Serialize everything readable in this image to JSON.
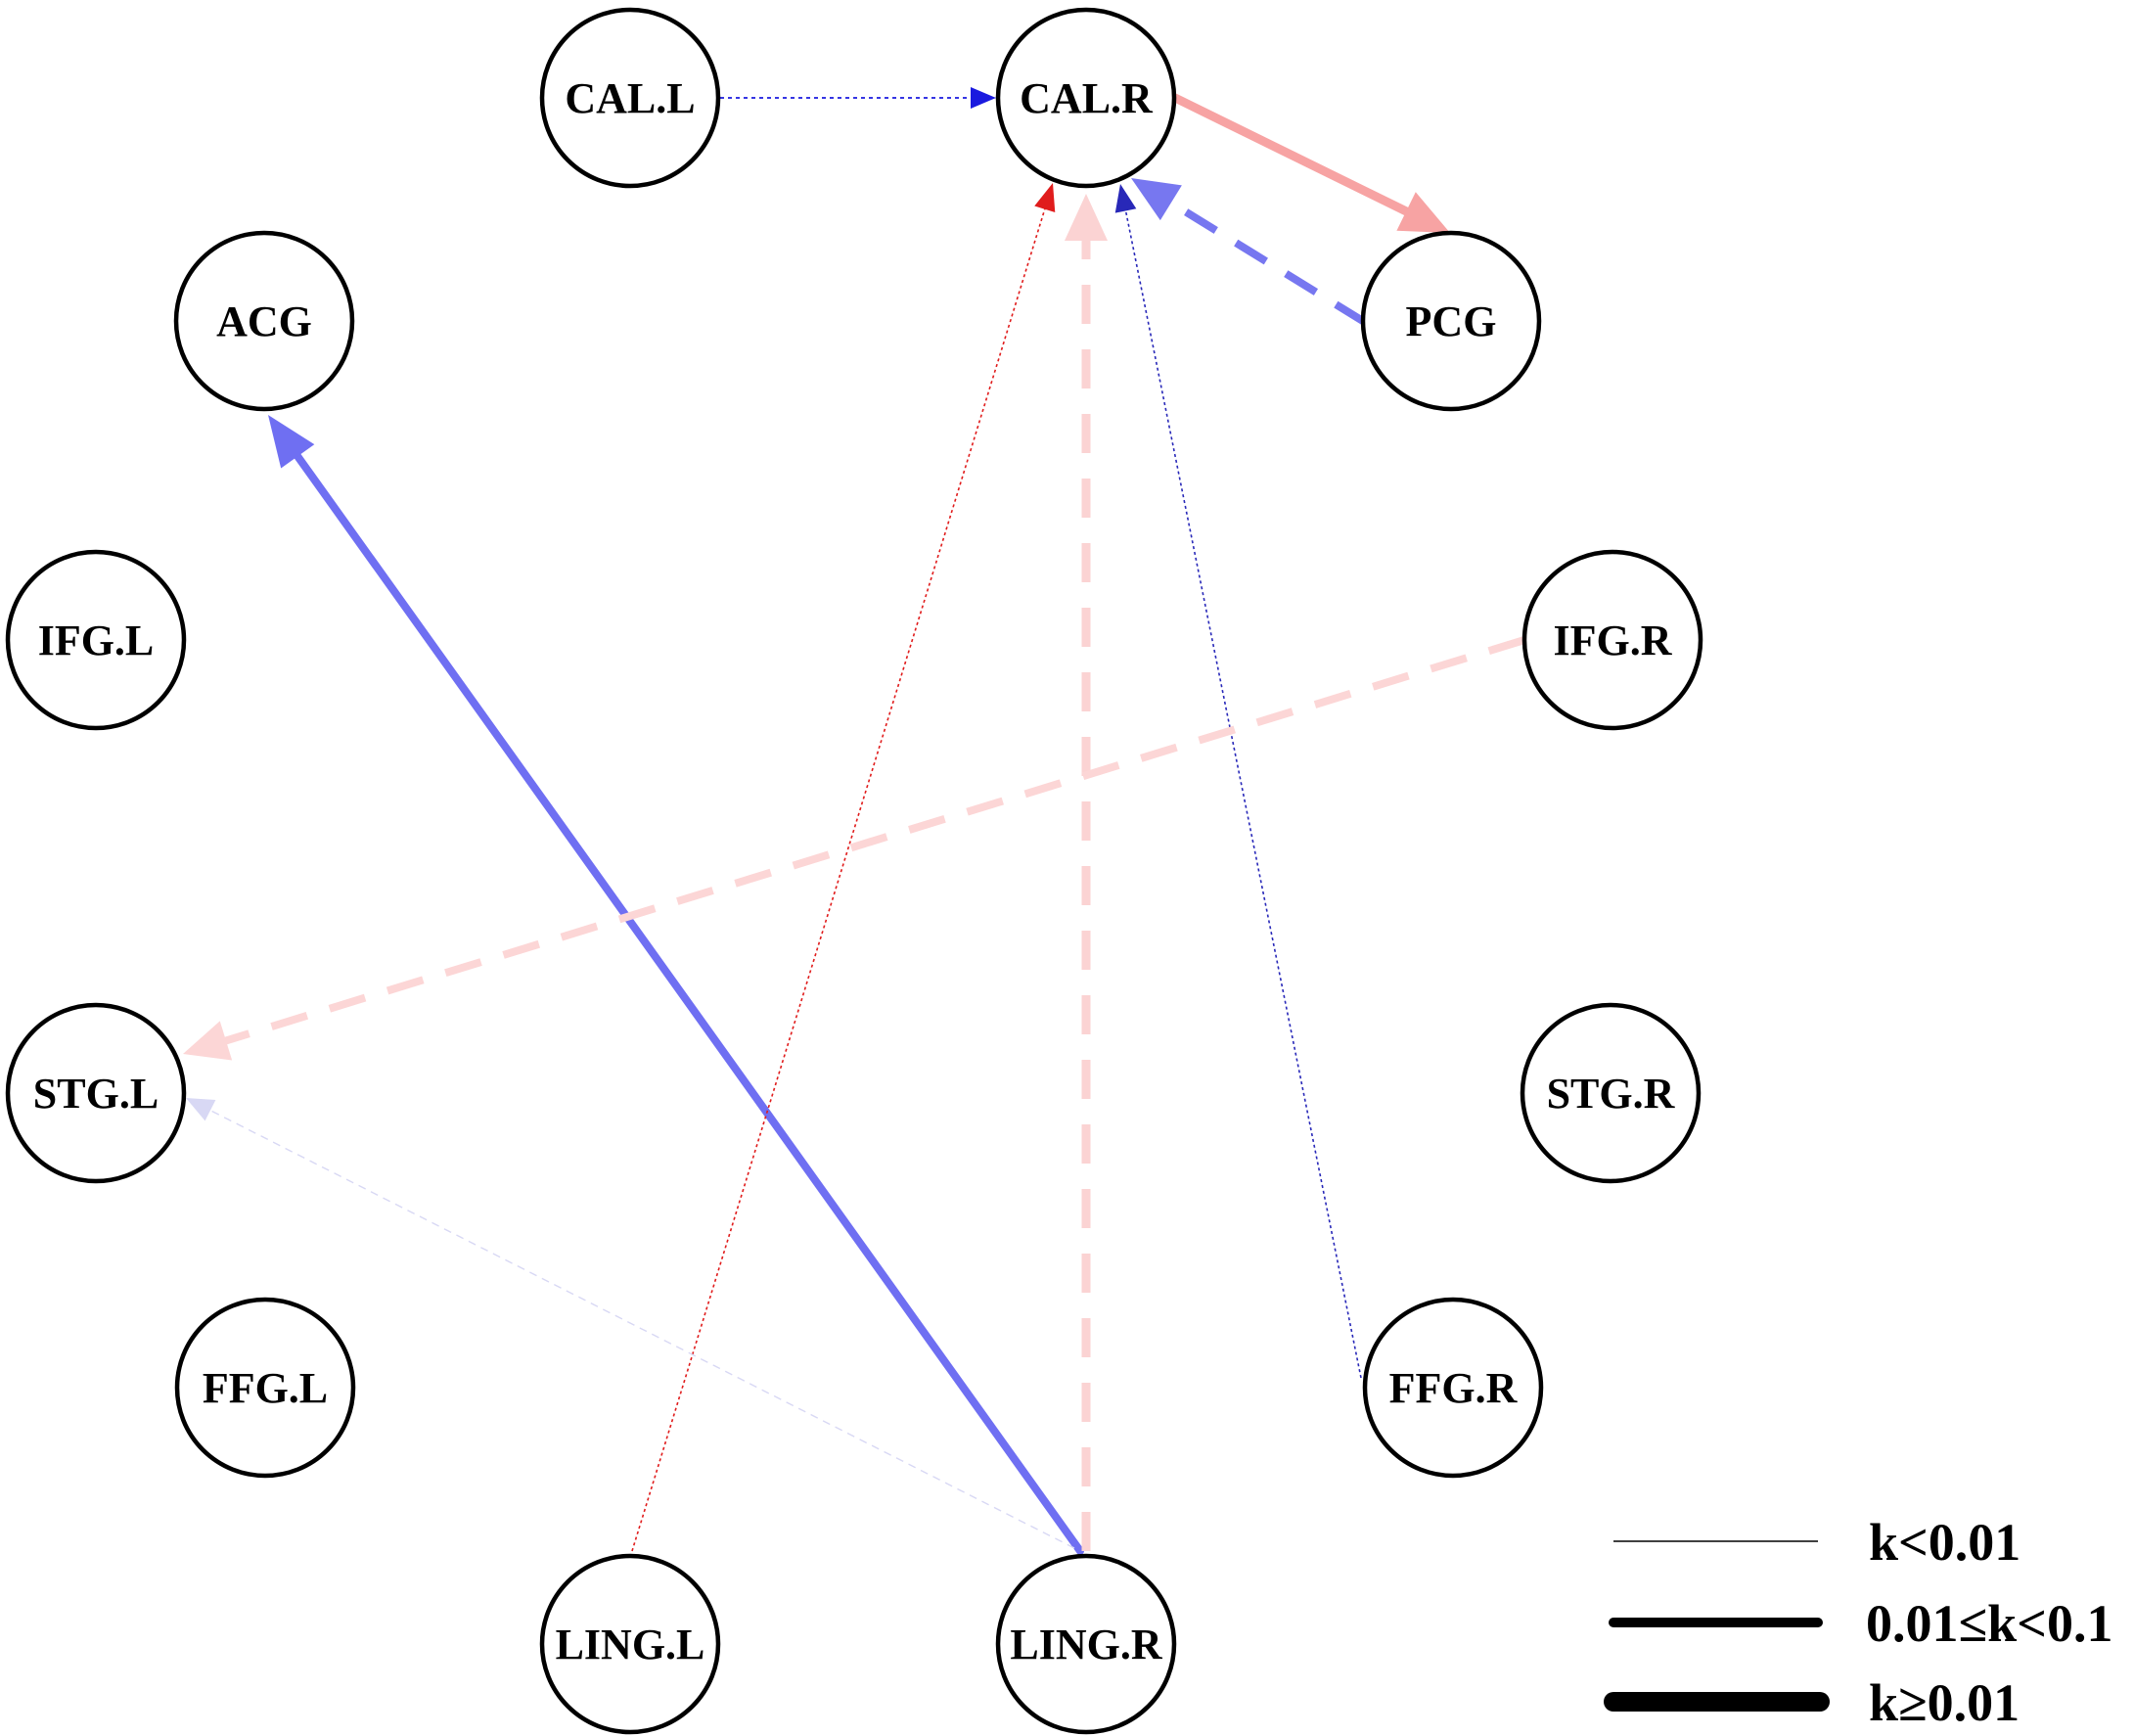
{
  "nodes": [
    {
      "id": "CAL.L",
      "label": "CAL.L"
    },
    {
      "id": "CAL.R",
      "label": "CAL.R"
    },
    {
      "id": "ACG",
      "label": "ACG"
    },
    {
      "id": "PCG",
      "label": "PCG"
    },
    {
      "id": "IFG.L",
      "label": "IFG.L"
    },
    {
      "id": "IFG.R",
      "label": "IFG.R"
    },
    {
      "id": "STG.L",
      "label": "STG.L"
    },
    {
      "id": "STG.R",
      "label": "STG.R"
    },
    {
      "id": "FFG.L",
      "label": "FFG.L"
    },
    {
      "id": "FFG.R",
      "label": "FFG.R"
    },
    {
      "id": "LING.L",
      "label": "LING.L"
    },
    {
      "id": "LING.R",
      "label": "LING.R"
    }
  ],
  "edges": [
    {
      "from": "CAL.L",
      "to": "CAL.R",
      "color": "#1a1adf",
      "style": "dotted",
      "strength": "k<0.01"
    },
    {
      "from": "CAL.R",
      "to": "PCG",
      "color": "#f7a3a3",
      "style": "solid",
      "strength": "0.01≤k<0.1"
    },
    {
      "from": "PCG",
      "to": "CAL.R",
      "color": "#7777f0",
      "style": "dashed",
      "strength": "0.01≤k<0.1"
    },
    {
      "from": "LING.R",
      "to": "ACG",
      "color": "#6f6ff2",
      "style": "solid",
      "strength": "0.01≤k<0.1"
    },
    {
      "from": "LING.L",
      "to": "CAL.R",
      "color": "#e01c1c",
      "style": "dotted",
      "strength": "k<0.01"
    },
    {
      "from": "LING.R",
      "to": "CAL.R",
      "color": "#fbd3d3",
      "style": "dashed",
      "strength": "0.01≤k<0.1"
    },
    {
      "from": "FFG.R",
      "to": "CAL.R",
      "color": "#2828b8",
      "style": "dotted",
      "strength": "k<0.01"
    },
    {
      "from": "IFG.R",
      "to": "STG.L",
      "color": "#fcd6d6",
      "style": "dashed",
      "strength": "0.01≤k<0.1"
    },
    {
      "from": "LING.R",
      "to": "STG.L",
      "color": "#d8d8f4",
      "style": "dashed",
      "strength": "k<0.01"
    }
  ],
  "legend": [
    {
      "label": "k<0.01"
    },
    {
      "label": "0.01≤k<0.1"
    },
    {
      "label": "k≥0.01"
    }
  ],
  "colors": {
    "node_stroke": "#000000",
    "node_fill": "#ffffff",
    "legend_line": "#000000"
  }
}
